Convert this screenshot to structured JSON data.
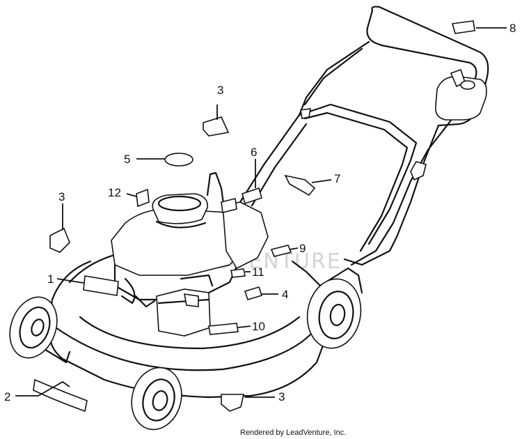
{
  "diagram": {
    "callouts": [
      {
        "id": "1",
        "label": "1"
      },
      {
        "id": "2",
        "label": "2"
      },
      {
        "id": "3a",
        "label": "3"
      },
      {
        "id": "3b",
        "label": "3"
      },
      {
        "id": "3c",
        "label": "3"
      },
      {
        "id": "4",
        "label": "4"
      },
      {
        "id": "5",
        "label": "5"
      },
      {
        "id": "6",
        "label": "6"
      },
      {
        "id": "7",
        "label": "7"
      },
      {
        "id": "8",
        "label": "8"
      },
      {
        "id": "9",
        "label": "9"
      },
      {
        "id": "10",
        "label": "10"
      },
      {
        "id": "11",
        "label": "11"
      },
      {
        "id": "12",
        "label": "12"
      }
    ],
    "watermark": "LEADVENTURE",
    "credit": "Rendered by LeadVenture, Inc."
  }
}
